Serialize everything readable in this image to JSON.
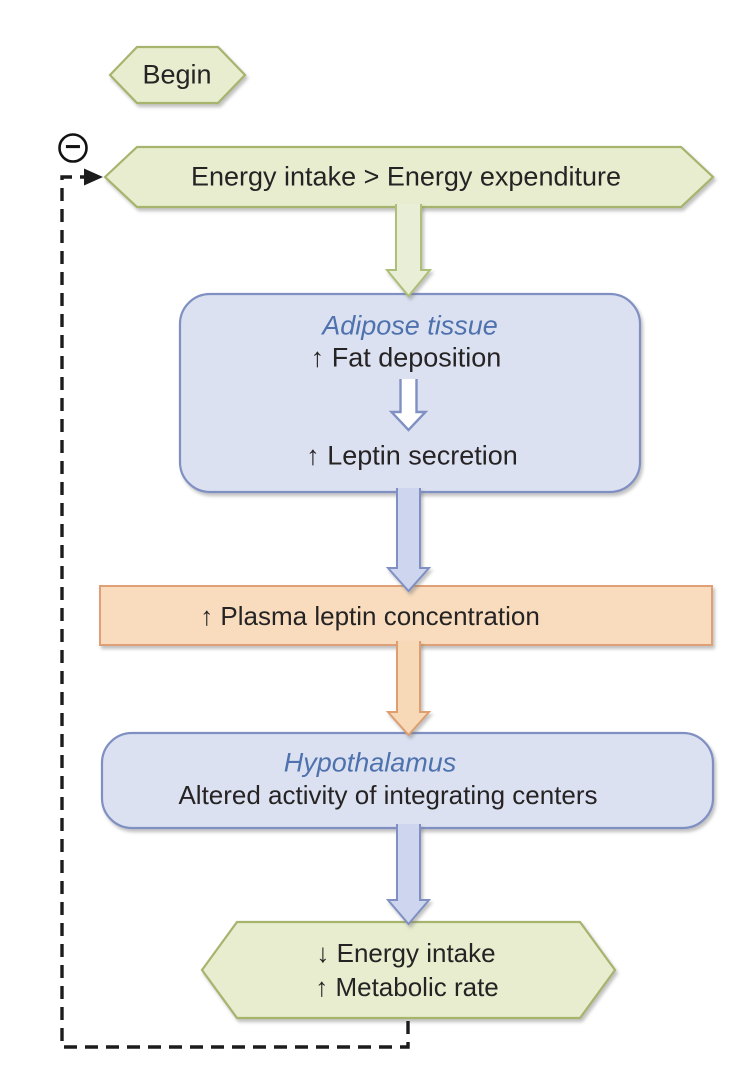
{
  "nodes": {
    "begin": {
      "label": "Begin"
    },
    "trigger": {
      "label": "Energy intake > Energy expenditure"
    },
    "adipose": {
      "title": "Adipose tissue",
      "line1": "↑ Fat deposition",
      "line2": "↑ Leptin secretion"
    },
    "plasma": {
      "label": "↑ Plasma leptin concentration"
    },
    "hypothalamus": {
      "title": "Hypothalamus",
      "line1": "Altered activity of integrating centers"
    },
    "response": {
      "line1": "↓ Energy intake",
      "line2": "↑ Metabolic rate"
    }
  },
  "feedback": {
    "sign": "−"
  },
  "colors": {
    "process_green_fill": "#e7edce",
    "process_green_border": "#a6b46e",
    "organ_blue_fill": "#dce1f1",
    "organ_blue_border": "#8090c3",
    "signal_orange_fill": "#f8dcbd",
    "signal_orange_border": "#dfa077",
    "green_arrow_fill": "#e9efd6",
    "blue_arrow_fill": "#cdd6ee",
    "orange_arrow_fill": "#f7d9b8",
    "organ_title_text": "#4e72ad",
    "body_text": "#262324",
    "feedback_line": "#1c1c1c"
  }
}
